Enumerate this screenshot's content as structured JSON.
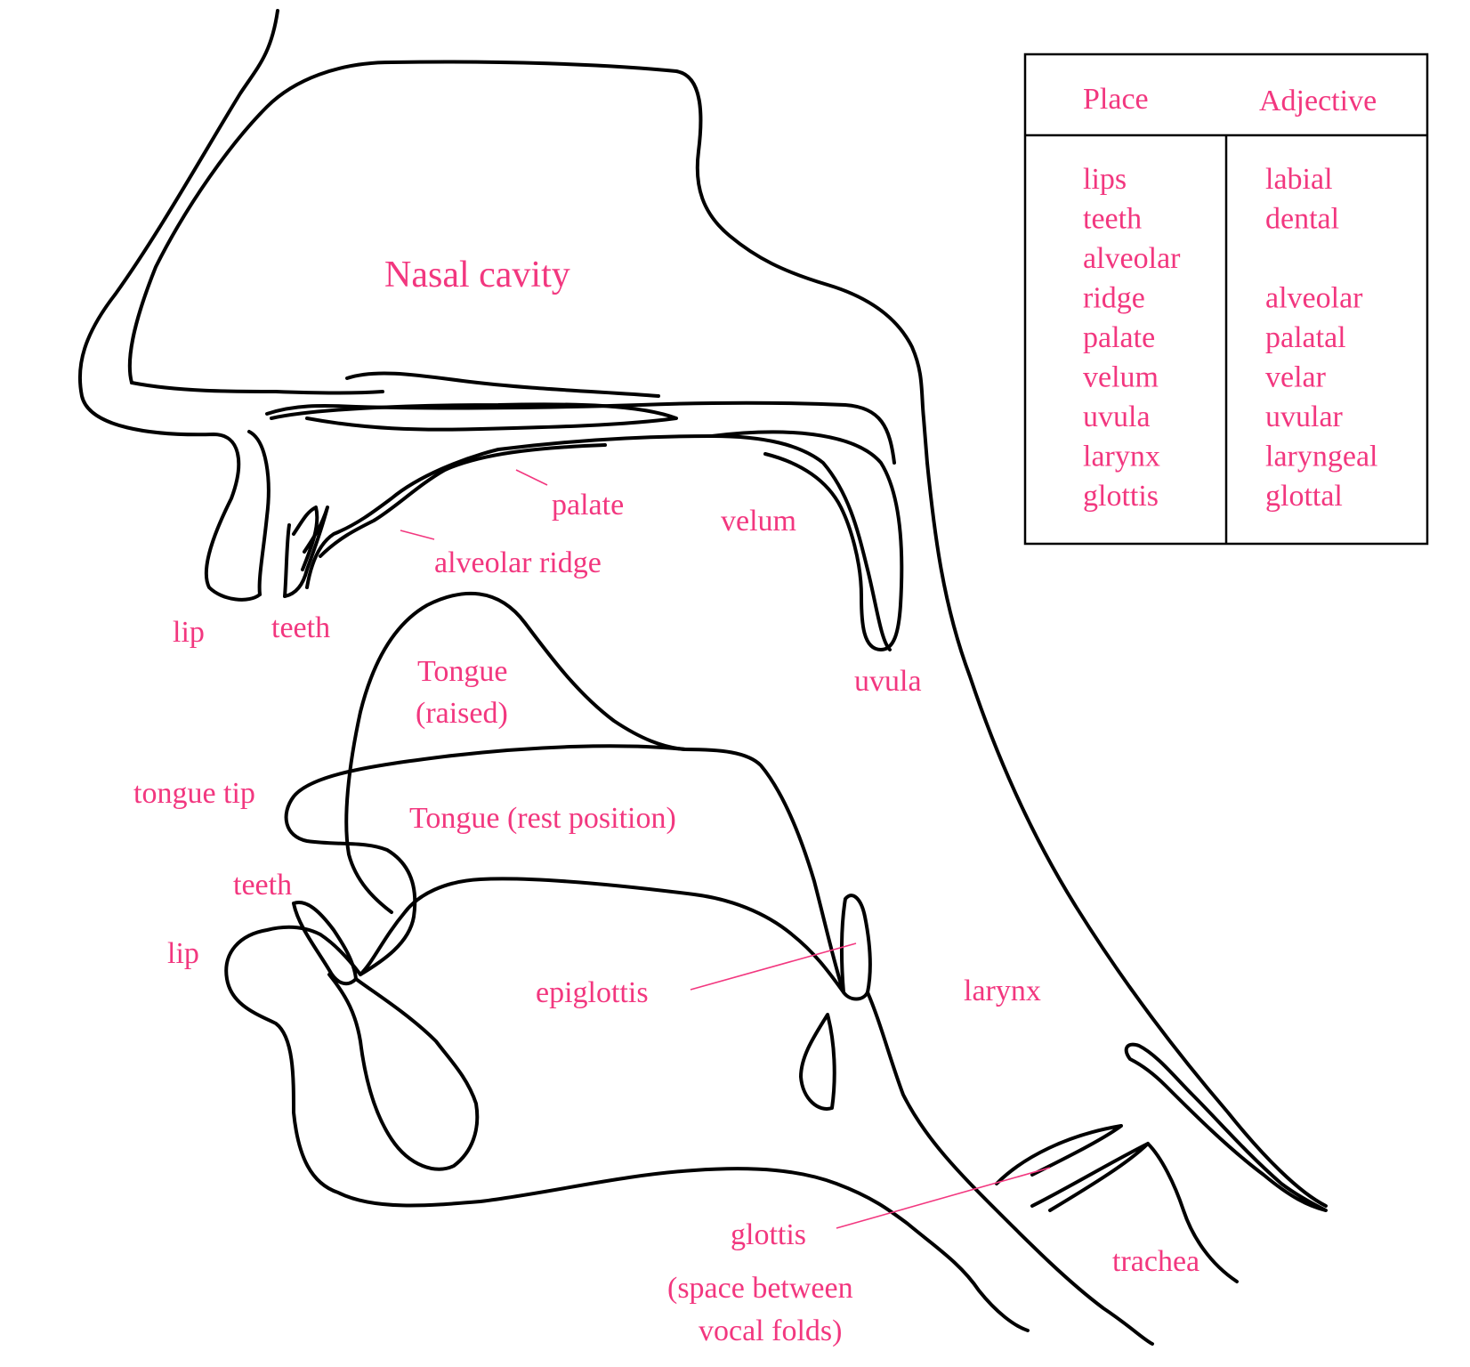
{
  "labels": {
    "nasal_cavity": "Nasal cavity",
    "palate": "palate",
    "velum": "velum",
    "alveolar_ridge": "alveolar ridge",
    "lip_top": "lip",
    "teeth_top": "teeth",
    "uvula": "uvula",
    "tongue_raised_1": "Tongue",
    "tongue_raised_2": "(raised)",
    "tongue_tip": "tongue tip",
    "tongue_rest": "Tongue (rest position)",
    "teeth_bottom": "teeth",
    "lip_bottom": "lip",
    "epiglottis": "epiglottis",
    "larynx": "larynx",
    "glottis_1": "glottis",
    "glottis_2": "(space between",
    "glottis_3": "vocal folds)",
    "trachea": "trachea"
  },
  "table": {
    "header_place": "Place",
    "header_adjective": "Adjective",
    "places": [
      "lips",
      "teeth",
      "alveolar",
      "ridge",
      "palate",
      "velum",
      "uvula",
      "larynx",
      "glottis"
    ],
    "adjectives": [
      "labial",
      "dental",
      "",
      "alveolar",
      "palatal",
      "velar",
      "uvular",
      "laryngeal",
      "glottal"
    ]
  },
  "colors": {
    "label": "#f2377f",
    "line": "#000000"
  }
}
